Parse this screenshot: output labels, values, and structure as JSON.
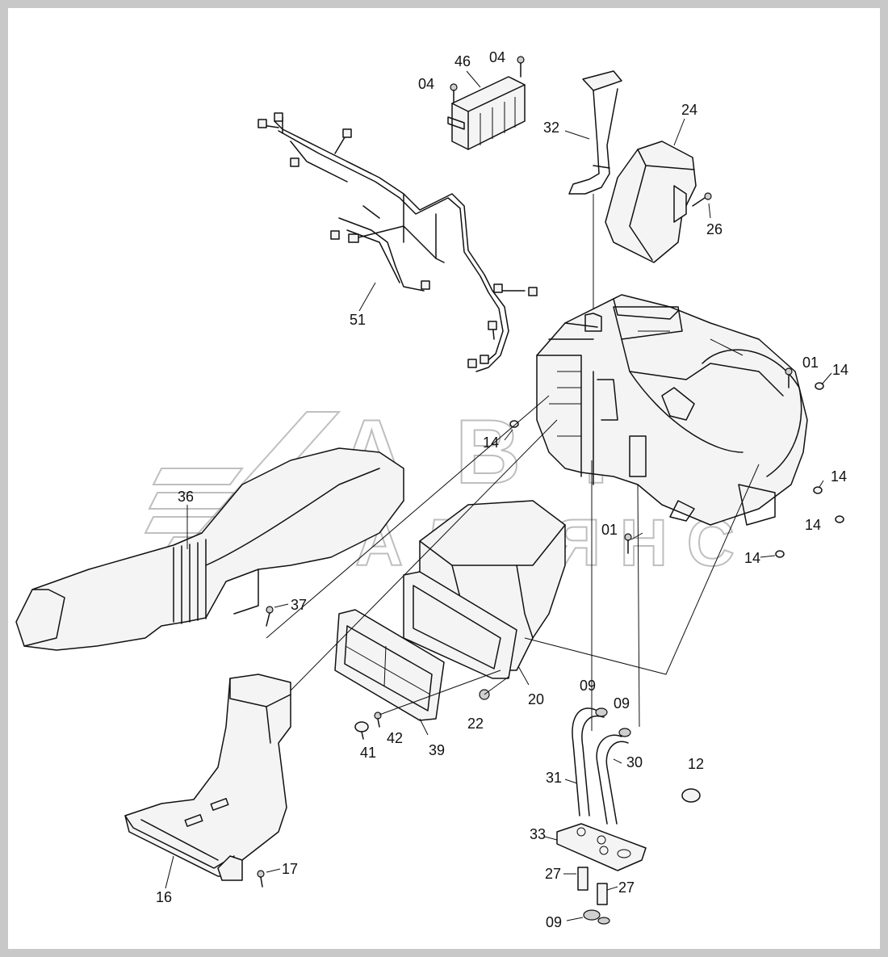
{
  "callouts": [
    {
      "id": "c46",
      "text": "46"
    },
    {
      "id": "c04a",
      "text": "04"
    },
    {
      "id": "c04b",
      "text": "04"
    },
    {
      "id": "c32",
      "text": "32"
    },
    {
      "id": "c24",
      "text": "24"
    },
    {
      "id": "c26",
      "text": "26"
    },
    {
      "id": "c51",
      "text": "51"
    },
    {
      "id": "c01a",
      "text": "01"
    },
    {
      "id": "c14a",
      "text": "14"
    },
    {
      "id": "c14b",
      "text": "14"
    },
    {
      "id": "c14c",
      "text": "14"
    },
    {
      "id": "c14d",
      "text": "14"
    },
    {
      "id": "c14e",
      "text": "14"
    },
    {
      "id": "c01b",
      "text": "01"
    },
    {
      "id": "c36",
      "text": "36"
    },
    {
      "id": "c37",
      "text": "37"
    },
    {
      "id": "c20",
      "text": "20"
    },
    {
      "id": "c22",
      "text": "22"
    },
    {
      "id": "c39",
      "text": "39"
    },
    {
      "id": "c41",
      "text": "41"
    },
    {
      "id": "c42",
      "text": "42"
    },
    {
      "id": "c09a",
      "text": "09"
    },
    {
      "id": "c09b",
      "text": "09"
    },
    {
      "id": "c09c",
      "text": "09"
    },
    {
      "id": "c31",
      "text": "31"
    },
    {
      "id": "c30",
      "text": "30"
    },
    {
      "id": "c12",
      "text": "12"
    },
    {
      "id": "c33",
      "text": "33"
    },
    {
      "id": "c27a",
      "text": "27"
    },
    {
      "id": "c27b",
      "text": "27"
    },
    {
      "id": "c16",
      "text": "16"
    },
    {
      "id": "c17",
      "text": "17"
    }
  ],
  "watermark": {
    "line1": "АВТО",
    "line2": "АЛЬЯНС",
    "color": "#8a8a8a"
  },
  "colors": {
    "background": "#ffffff",
    "frame": "#c8c8c8",
    "ink": "#111111"
  }
}
